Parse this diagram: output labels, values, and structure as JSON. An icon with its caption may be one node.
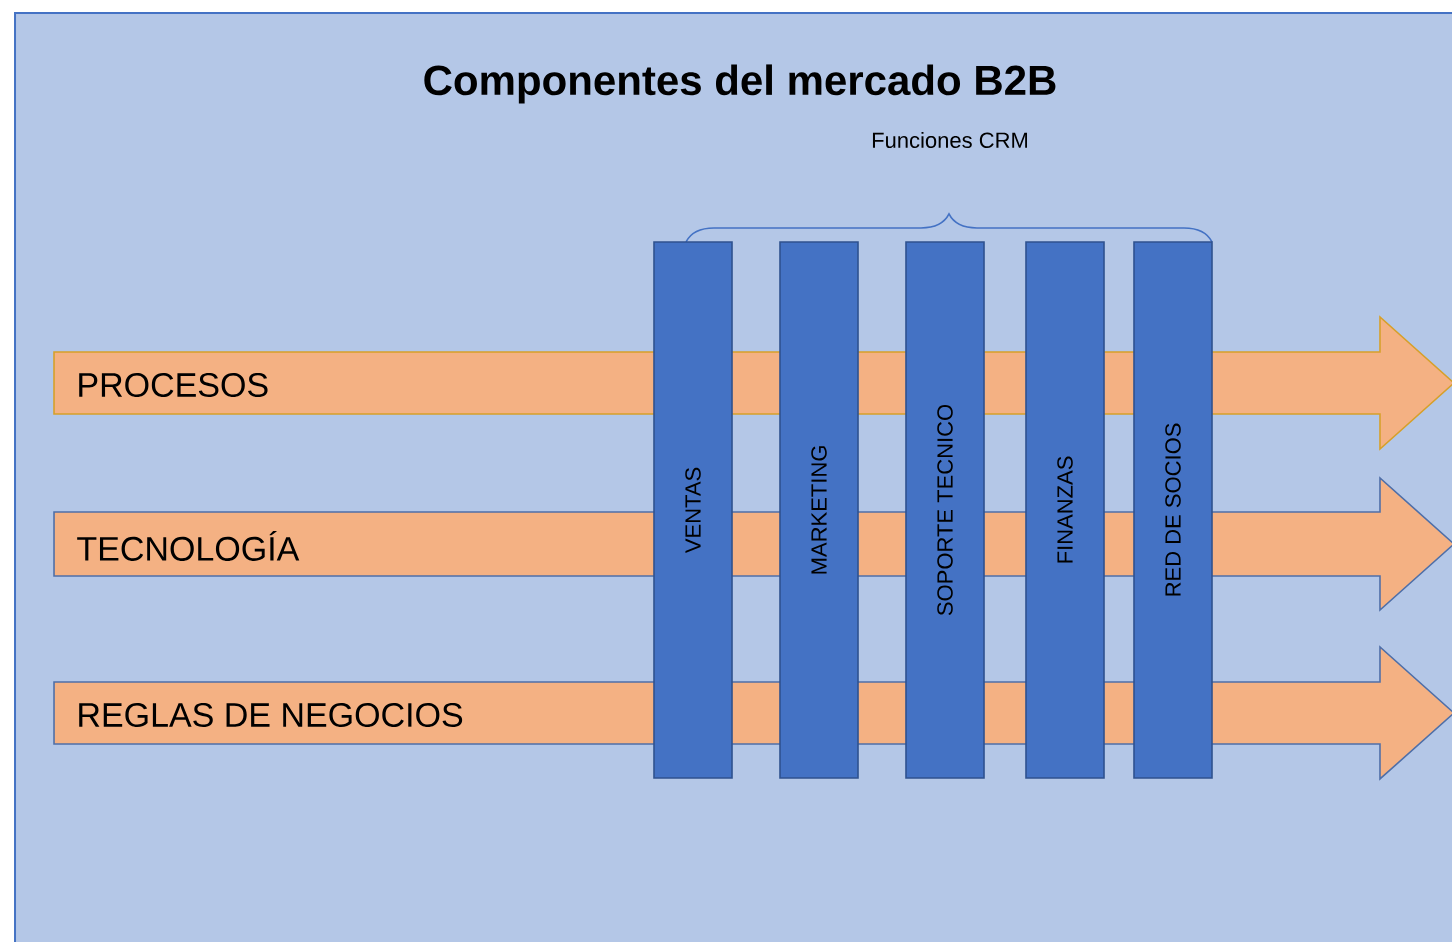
{
  "diagram": {
    "title": "Componentes del mercado B2B",
    "nodes": [
      {
        "text": [
          "PROCESOS"
        ]
      },
      {
        "text": [
          "TECNOLOGÍA"
        ]
      },
      {
        "text": [
          "REGLAS DE NEGOCIOS"
        ]
      },
      {
        "text": [
          "VENTAS"
        ]
      },
      {
        "text": [
          "MARKETING"
        ]
      },
      {
        "text": [
          "SOPORTE TECNICO"
        ]
      },
      {
        "text": [
          "FINANZAS"
        ]
      },
      {
        "text": [
          "RED DE SOCIOS"
        ]
      }
    ],
    "labels": [
      "Funciones CRM"
    ]
  }
}
